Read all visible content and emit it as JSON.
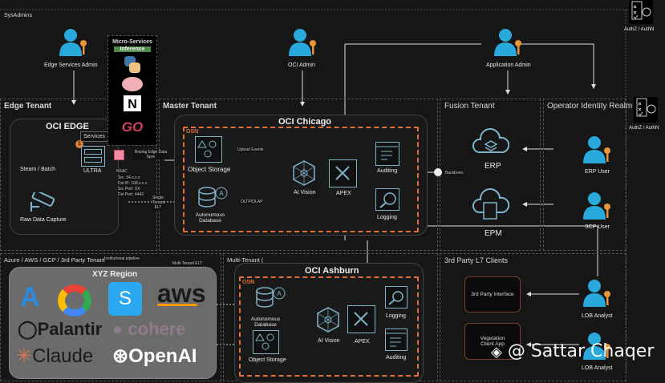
{
  "sections": {
    "sysadmins": "SysAdmins",
    "edge_tenant": "Edge Tenant",
    "master_tenant": "Master Tenant",
    "fusion_tenant": "Fusion Tenant",
    "operator_realm": "Operator Identity Realm",
    "third_party_tenant": "Azure / AWS / GCP / 3rd Party Tenant",
    "multi_tenant": "Multi-Tenant (",
    "third_party_clients": "3rd Party L7 Clients"
  },
  "auth": {
    "label": "AuthZ / AuthN"
  },
  "users": {
    "edge_admin": "Edge Services Admin",
    "oci_admin": "OCI Admin",
    "app_admin": "Application Admin",
    "erp_user": "ERP User",
    "scp_user": "SCP User",
    "lob1": "LOB Analyst",
    "lob2": "LOB Analyst"
  },
  "microservices": {
    "title": "Micro-Services",
    "badge": "Inference",
    "items": [
      "python",
      "blob",
      "nats",
      "GO"
    ]
  },
  "edge": {
    "title": "OCI EDGE",
    "services": "Services",
    "badge": "1",
    "ultra": "ULTRA",
    "stream": "Steam / Batch",
    "camera": "Raw Data Capture",
    "sync": "Roving Edge Data Sync",
    "nsac": "NSAC",
    "src": "Src: 34.x.x.x",
    "dst_ip": "Dst IP: 108.x.x.x",
    "src_port": "Src Port: XX",
    "dst_port": "Dst Port: 4443",
    "single_tenant": "Single Tenant ELT"
  },
  "chicago": {
    "title": "OCI Chicago",
    "osn": "OSN",
    "object_storage": "Object Storage",
    "autonomous_db": "Autonomous Database",
    "upload_events": "Upload Events",
    "oltp": "OLTP/OLAP",
    "ai_vision": "AI Vision",
    "apex": "APEX",
    "auditing": "Auditing",
    "logging": "Logging",
    "backbone": "Backbone"
  },
  "fusion": {
    "erp": "ERP",
    "epm": "EPM"
  },
  "xyz": {
    "title": "XYZ Region",
    "logos": [
      "Azure",
      "GCP",
      "Shield",
      "aws",
      "Palantir",
      "cohere",
      "Claude",
      "OpenAI"
    ],
    "link1": "Institutional pipeline",
    "link2": "Multi Tenant ELT"
  },
  "ashburn": {
    "title": "OCI Ashburn",
    "osn": "OSN",
    "autonomous_db": "Autonomous Database",
    "object_storage": "Object Storage",
    "ai_vision": "AI Vision",
    "apex": "APEX",
    "logging": "Logging",
    "auditing": "Auditing"
  },
  "clients": {
    "third_party_interface": "3rd Party Interface",
    "vegetation": "Vegetation Client App"
  },
  "watermark": "@ Sattar Chaqer",
  "colors": {
    "background": "#161616",
    "osn": "#e0703a",
    "icon": "#7fb3c8",
    "person": "#29a8dc",
    "key": "#e8953a"
  }
}
